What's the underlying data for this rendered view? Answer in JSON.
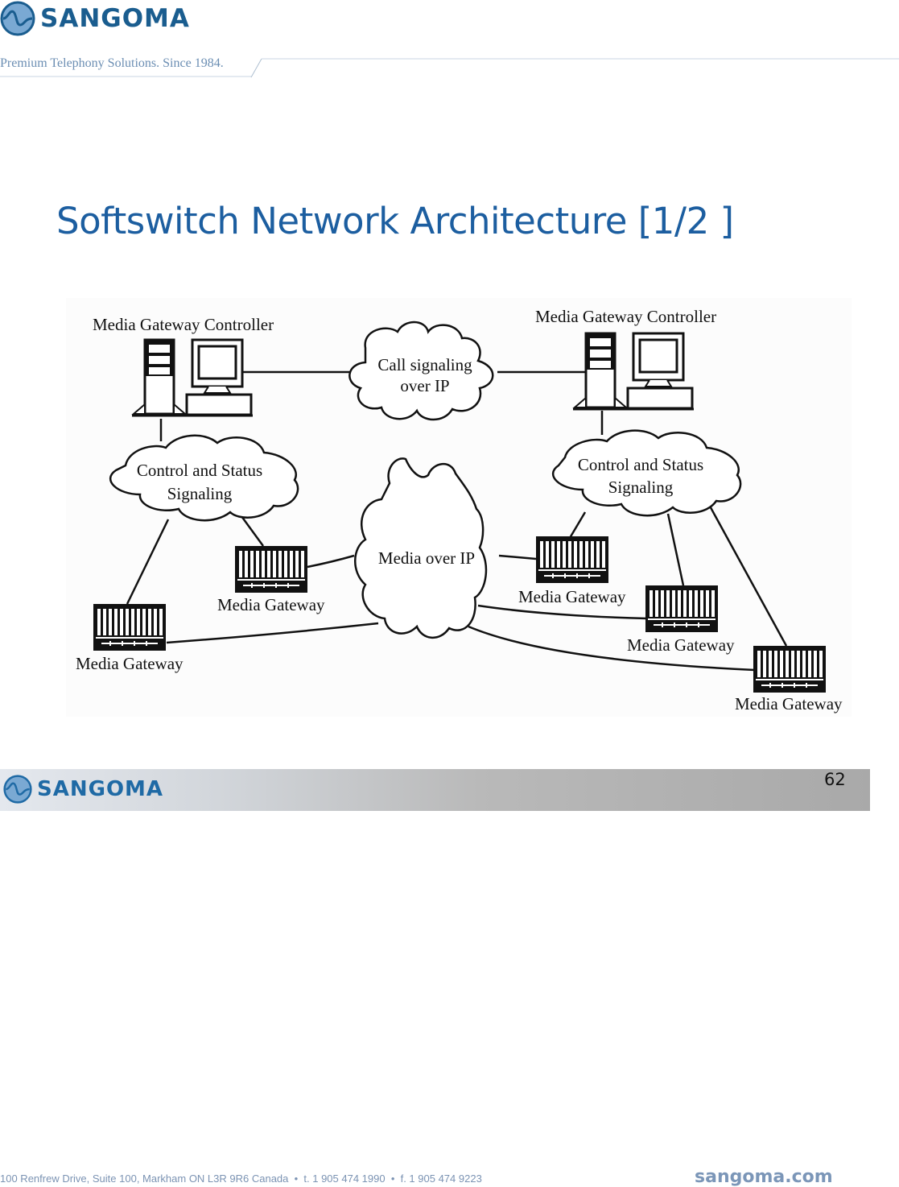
{
  "header": {
    "brand": "SANGOMA",
    "logo_icon": "sangoma-wave-logo-icon",
    "tagline": "Premium Telephony Solutions. Since 1984."
  },
  "slide": {
    "title": "Softswitch Network Architecture [1/2 ]"
  },
  "diagram": {
    "nodes": {
      "mgc_left": "Media Gateway Controller",
      "mgc_right": "Media Gateway Controller",
      "cloud_call": [
        "Call signaling",
        "over IP"
      ],
      "cloud_ctrl_left": [
        "Control and Status",
        "Signaling"
      ],
      "cloud_ctrl_right": [
        "Control and Status",
        "Signaling"
      ],
      "cloud_media": "Media over IP",
      "mg_1": "Media Gateway",
      "mg_2": "Media Gateway",
      "mg_3": "Media Gateway",
      "mg_4": "Media Gateway",
      "mg_5": "Media Gateway"
    },
    "edges": [
      [
        "mgc_left",
        "cloud_call"
      ],
      [
        "cloud_call",
        "mgc_right"
      ],
      [
        "mgc_left",
        "cloud_ctrl_left"
      ],
      [
        "mgc_right",
        "cloud_ctrl_right"
      ],
      [
        "cloud_ctrl_left",
        "mg_1"
      ],
      [
        "cloud_ctrl_left",
        "mg_2"
      ],
      [
        "cloud_ctrl_right",
        "mg_3"
      ],
      [
        "cloud_ctrl_right",
        "mg_4"
      ],
      [
        "cloud_ctrl_right",
        "mg_5"
      ],
      [
        "mg_1",
        "cloud_media"
      ],
      [
        "mg_2",
        "cloud_media"
      ],
      [
        "mg_3",
        "cloud_media"
      ],
      [
        "mg_4",
        "cloud_media"
      ],
      [
        "mg_5",
        "cloud_media"
      ]
    ]
  },
  "footer": {
    "brand": "SANGOMA",
    "page_number": "62",
    "address": "100 Renfrew Drive, Suite 100, Markham ON L3R 9R6 Canada  •  t. 1 905 474 1990  •  f. 1 905 474 9223",
    "website": "sangoma.com"
  },
  "colors": {
    "brand_blue": "#1a5d8f",
    "title_blue": "#1c5ea0",
    "tagline_blue": "#6b8eb3"
  }
}
